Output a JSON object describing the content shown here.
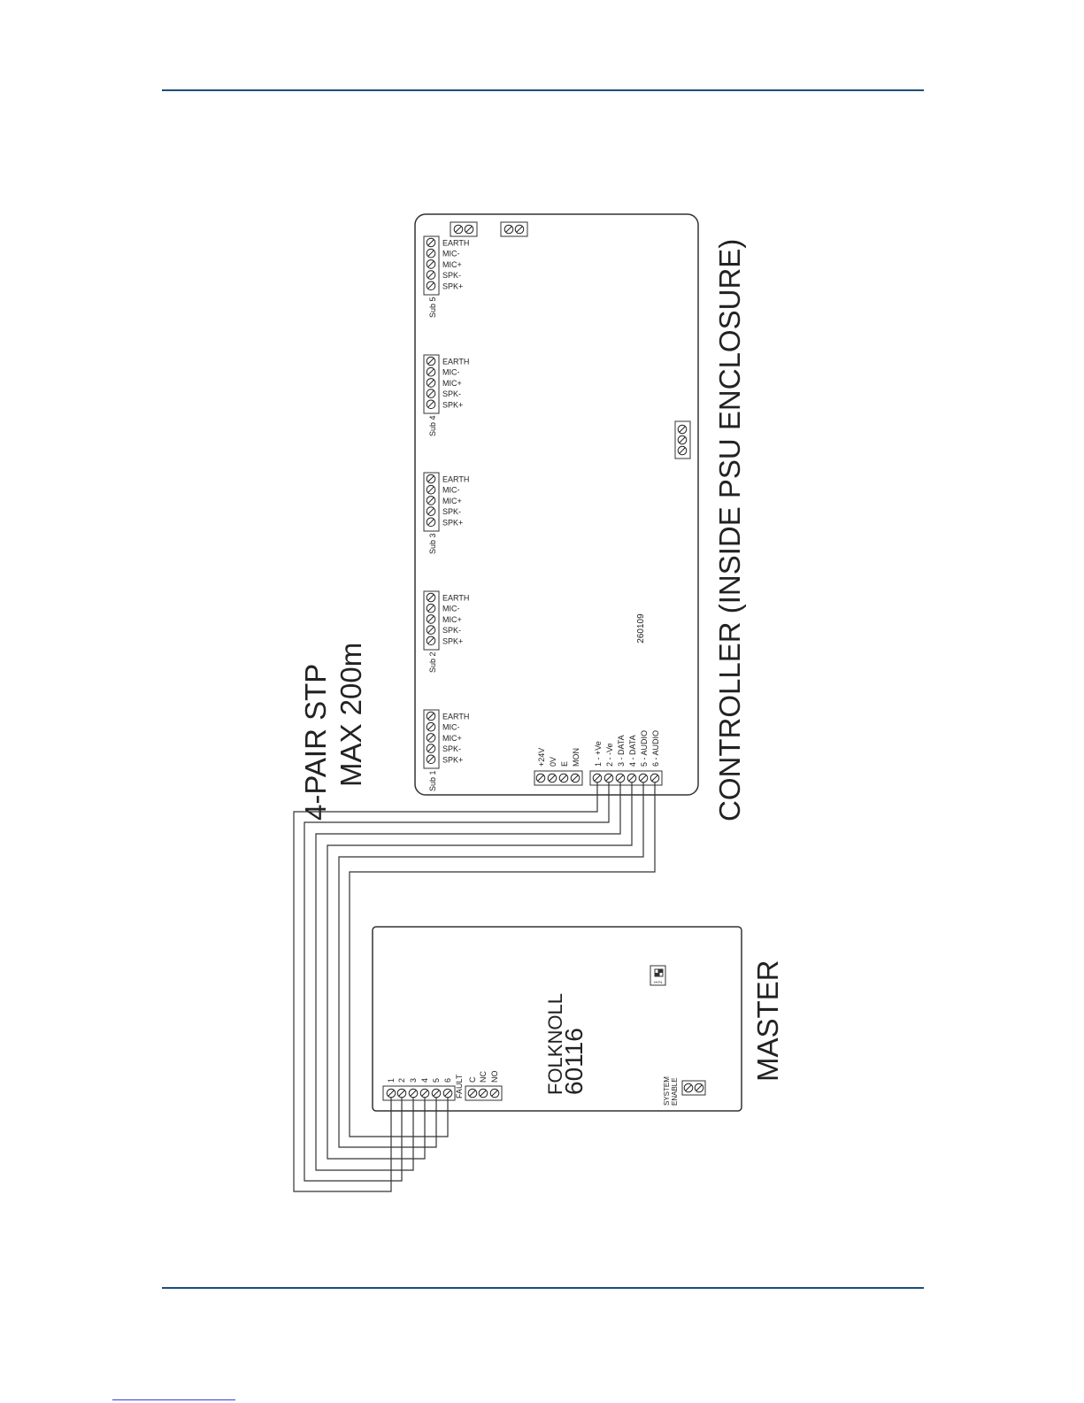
{
  "cable_label": {
    "line1": "4-PAIR STP",
    "line2": "MAX 200m"
  },
  "controller": {
    "title": "CONTROLLER (INSIDE PSU ENCLOSURE)",
    "part_no": "260109",
    "sub_connectors": [
      {
        "name": "Sub 1",
        "pins": [
          "EARTH",
          "MIC-",
          "MIC+",
          "SPK-",
          "SPK+"
        ]
      },
      {
        "name": "Sub 2",
        "pins": [
          "EARTH",
          "MIC-",
          "MIC+",
          "SPK-",
          "SPK+"
        ]
      },
      {
        "name": "Sub 3",
        "pins": [
          "EARTH",
          "MIC-",
          "MIC+",
          "SPK-",
          "SPK+"
        ]
      },
      {
        "name": "Sub 4",
        "pins": [
          "EARTH",
          "MIC-",
          "MIC+",
          "SPK-",
          "SPK+"
        ]
      },
      {
        "name": "Sub 5",
        "pins": [
          "EARTH",
          "MIC-",
          "MIC+",
          "SPK-",
          "SPK+"
        ]
      }
    ],
    "power_pins": [
      "+24V",
      "0V",
      "E",
      "MON"
    ],
    "master_pins": [
      "1 - +Ve",
      "2 - -Ve",
      "3 - DATA",
      "4 - DATA",
      "5 - AUDIO",
      "6 - AUDIO"
    ]
  },
  "master": {
    "title": "MASTER",
    "brand": "FOLKNOLL",
    "model": "60116",
    "line_pins": [
      "1",
      "2",
      "3",
      "4",
      "5",
      "6"
    ],
    "fault_label": "FAULT",
    "relay_pins": [
      "C",
      "NC",
      "NO"
    ],
    "enable_label": {
      "line1": "SYSTEM",
      "line2": "ENABLE"
    },
    "dip_labels": [
      "1",
      "2"
    ]
  }
}
